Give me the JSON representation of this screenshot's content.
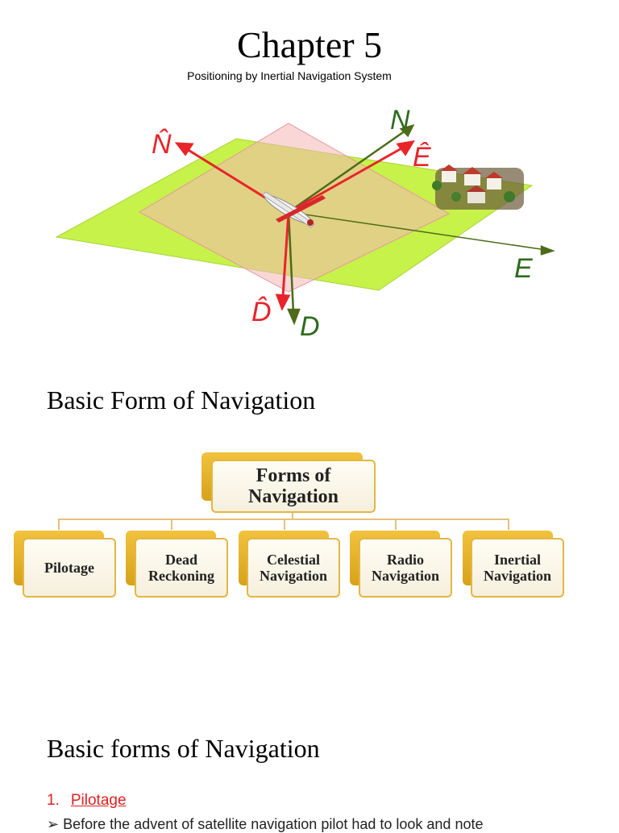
{
  "chapter": {
    "title": "Chapter 5",
    "subtitle": "Positioning by Inertial Navigation System"
  },
  "figure": {
    "axis_labels": {
      "n_hat": "N̂",
      "e_hat": "Ê",
      "d_hat": "D̂",
      "n": "N",
      "e": "E",
      "d": "D"
    },
    "colors": {
      "plane": "#c6f24a",
      "tilted_plane": "#f6b7b7",
      "hat_axes": "#e8242a",
      "true_axes": "#4d6b1a"
    }
  },
  "section_1": {
    "heading": "Basic Form of Navigation"
  },
  "diagram": {
    "root": [
      "Forms of",
      "Navigation"
    ],
    "children": [
      {
        "lines": [
          "Pilotage"
        ]
      },
      {
        "lines": [
          "Dead",
          "Reckoning"
        ]
      },
      {
        "lines": [
          "Celestial",
          "Navigation"
        ]
      },
      {
        "lines": [
          "Radio",
          "Navigation"
        ]
      },
      {
        "lines": [
          "Inertial",
          "Navigation"
        ]
      }
    ]
  },
  "section_2": {
    "heading": "Basic forms of Navigation"
  },
  "list": {
    "item_1_number": "1.",
    "item_1_label": "Pilotage",
    "bullet_text": "Before the advent of satellite navigation pilot had to look and note"
  }
}
